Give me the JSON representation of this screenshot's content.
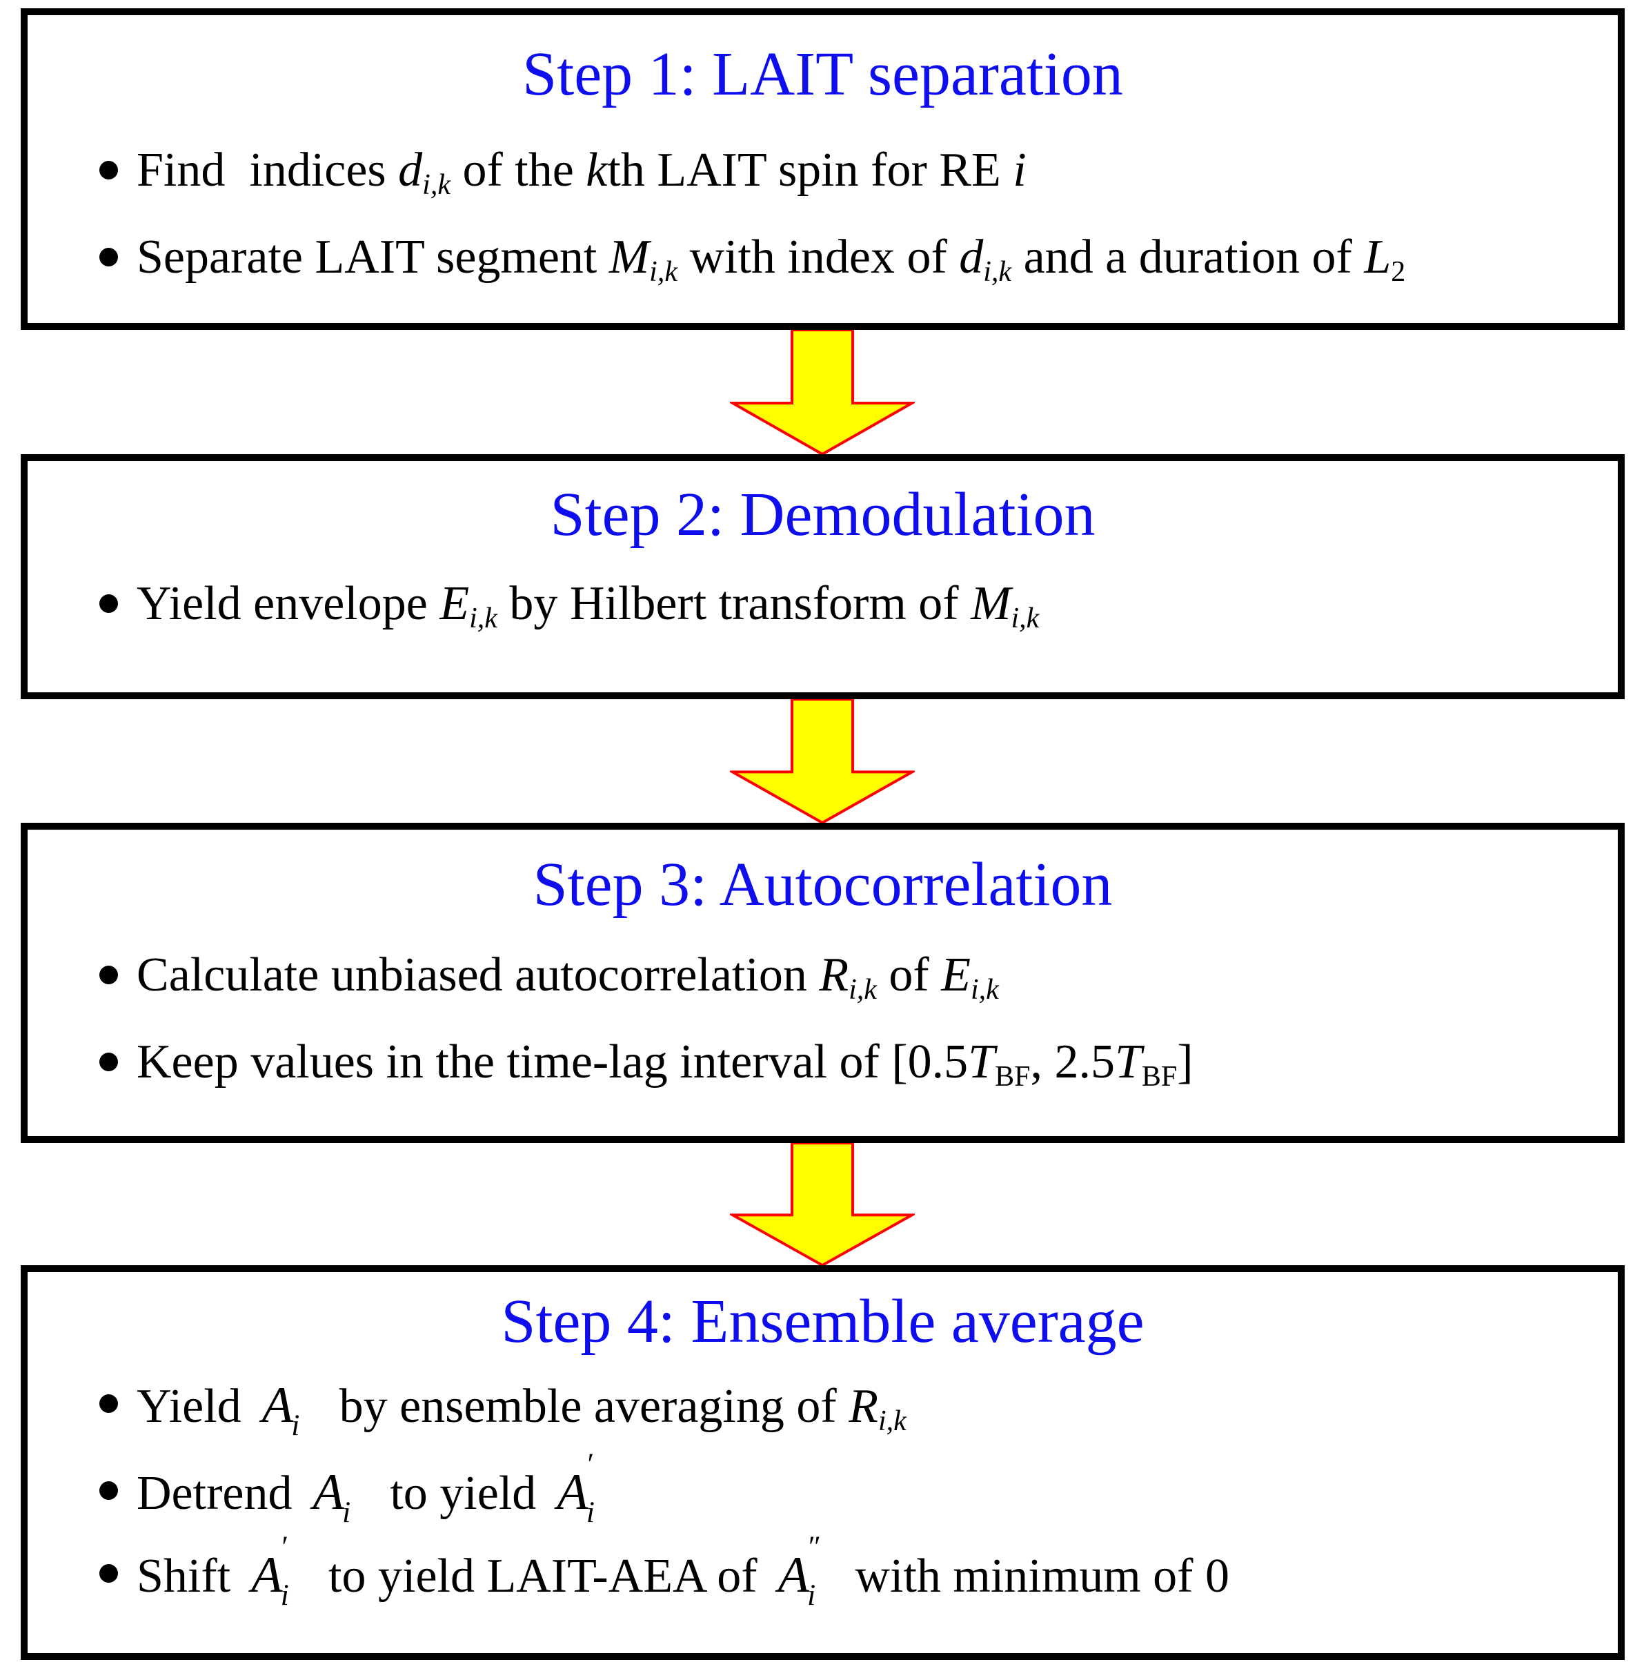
{
  "figure": {
    "type": "flowchart",
    "orientation": "vertical",
    "steps_count": 4
  },
  "colors": {
    "page_bg": "#FFFFFF",
    "title_color": "#0D0DEE",
    "text_color": "#000000",
    "box_border": "#000000",
    "arrow_fill": "#FFFF00",
    "arrow_stroke": "#FF0000"
  },
  "boxes": [
    {
      "id": "step-1",
      "title": "Step 1: LAIT separation",
      "bullets": [
        [
          {
            "s": "r",
            "t": "Find  indices "
          },
          {
            "s": "i",
            "t": "d"
          },
          {
            "s": "isub",
            "t": "i,k"
          },
          {
            "s": "r",
            "t": " of the "
          },
          {
            "s": "i",
            "t": "k"
          },
          {
            "s": "r",
            "t": "th LAIT spin for RE "
          },
          {
            "s": "i",
            "t": "i"
          }
        ],
        [
          {
            "s": "r",
            "t": "Separate LAIT segment "
          },
          {
            "s": "i",
            "t": "M"
          },
          {
            "s": "isub",
            "t": "i,k"
          },
          {
            "s": "r",
            "t": " with index of "
          },
          {
            "s": "i",
            "t": "d"
          },
          {
            "s": "isub",
            "t": "i,k"
          },
          {
            "s": "r",
            "t": " and a duration of "
          },
          {
            "s": "i",
            "t": "L"
          },
          {
            "s": "sub",
            "t": "2"
          }
        ]
      ]
    },
    {
      "id": "step-2",
      "title": "Step 2: Demodulation",
      "bullets": [
        [
          {
            "s": "r",
            "t": "Yield envelope "
          },
          {
            "s": "i",
            "t": "E"
          },
          {
            "s": "isub",
            "t": "i,k"
          },
          {
            "s": "r",
            "t": " by Hilbert transform of "
          },
          {
            "s": "i",
            "t": "M"
          },
          {
            "s": "isub",
            "t": "i,k"
          }
        ]
      ]
    },
    {
      "id": "step-3",
      "title": "Step 3: Autocorrelation",
      "bullets": [
        [
          {
            "s": "r",
            "t": "Calculate unbiased autocorrelation "
          },
          {
            "s": "i",
            "t": "R"
          },
          {
            "s": "isub",
            "t": "i,k"
          },
          {
            "s": "r",
            "t": " of "
          },
          {
            "s": "i",
            "t": "E"
          },
          {
            "s": "isub",
            "t": "i,k"
          }
        ],
        [
          {
            "s": "r",
            "t": "Keep values in the time-lag interval of [0.5"
          },
          {
            "s": "i",
            "t": "T"
          },
          {
            "s": "sub",
            "t": "BF"
          },
          {
            "s": "r",
            "t": ", 2.5"
          },
          {
            "s": "i",
            "t": "T"
          },
          {
            "s": "sub",
            "t": "BF"
          },
          {
            "s": "r",
            "t": "]"
          }
        ]
      ]
    },
    {
      "id": "step-4",
      "title": "Step 4: Ensemble average",
      "bullets": [
        [
          {
            "s": "r",
            "t": "Yield "
          },
          {
            "s": "av",
            "t": "A",
            "sub": "i",
            "sup": ""
          },
          {
            "s": "r",
            "t": " by ensemble averaging of "
          },
          {
            "s": "i",
            "t": "R"
          },
          {
            "s": "isub",
            "t": "i,k"
          }
        ],
        [
          {
            "s": "r",
            "t": "Detrend "
          },
          {
            "s": "av",
            "t": "A",
            "sub": "i",
            "sup": ""
          },
          {
            "s": "r",
            "t": " to yield "
          },
          {
            "s": "av",
            "t": "A",
            "sub": "i",
            "sup": "′"
          }
        ],
        [
          {
            "s": "r",
            "t": "Shift "
          },
          {
            "s": "av",
            "t": "A",
            "sub": "i",
            "sup": "′"
          },
          {
            "s": "r",
            "t": " to yield LAIT-AEA of "
          },
          {
            "s": "av",
            "t": "A",
            "sub": "i",
            "sup": "″"
          },
          {
            "s": "r",
            "t": " with minimum of 0"
          }
        ]
      ]
    }
  ],
  "arrows": [
    {
      "name": "arrow-1",
      "from": "step-1",
      "to": "step-2",
      "direction": "down"
    },
    {
      "name": "arrow-2",
      "from": "step-2",
      "to": "step-3",
      "direction": "down"
    },
    {
      "name": "arrow-3",
      "from": "step-3",
      "to": "step-4",
      "direction": "down"
    }
  ]
}
